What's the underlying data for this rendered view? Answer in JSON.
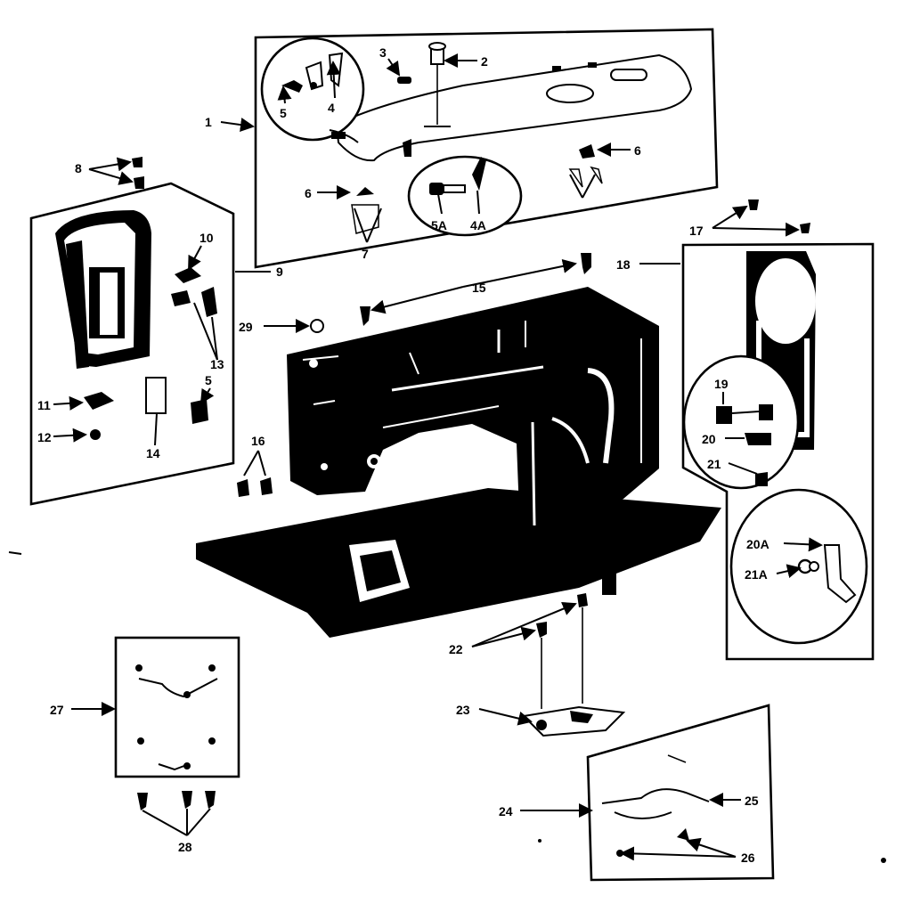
{
  "diagram": {
    "callouts": [
      "1",
      "2",
      "3",
      "4",
      "5",
      "6",
      "6",
      "7",
      "8",
      "9",
      "10",
      "11",
      "12",
      "13",
      "5",
      "14",
      "15",
      "16",
      "17",
      "18",
      "19",
      "20",
      "21",
      "20A",
      "21A",
      "22",
      "23",
      "24",
      "25",
      "26",
      "27",
      "28",
      "29",
      "5A",
      "4A"
    ]
  }
}
